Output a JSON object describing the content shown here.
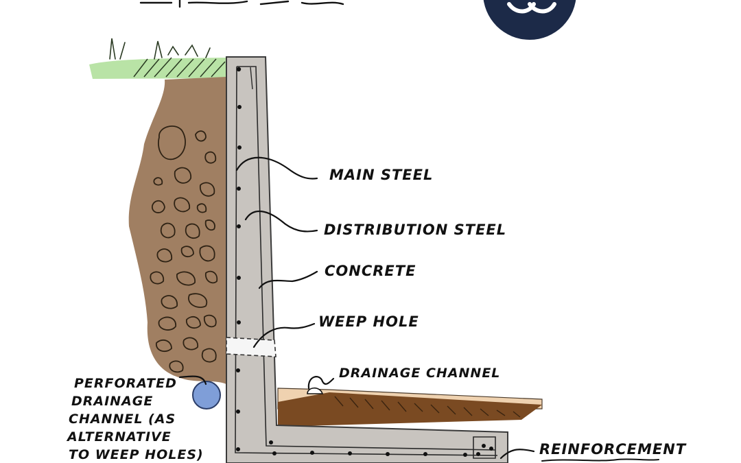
{
  "colors": {
    "grass": "#b9e3a6",
    "soil": "#a07f62",
    "concrete": "#c8c4bf",
    "earth_slab": "#7a4a22",
    "sand": "#efd2b0",
    "drain_pipe": "#7f9ed8",
    "logo_navy": "#1c2a48"
  },
  "labels": {
    "main_steel": "MAIN STEEL",
    "distribution_steel": "DISTRIBUTION STEEL",
    "concrete": "CONCRETE",
    "weep_hole": "WEEP HOLE",
    "drainage_channel": "DRAINAGE CHANNEL",
    "perforated_line1": "PERFORATED",
    "perforated_line2": "DRAINAGE",
    "perforated_line3": "CHANNEL (AS",
    "perforated_line4": "ALTERNATIVE",
    "perforated_line5": "TO WEEP HOLES)",
    "reinforcement": "REINFORCEMENT"
  },
  "icons": {
    "logo": "brand-logo-icon",
    "grass": "grass-icon",
    "pipe": "drainage-pipe-icon"
  }
}
